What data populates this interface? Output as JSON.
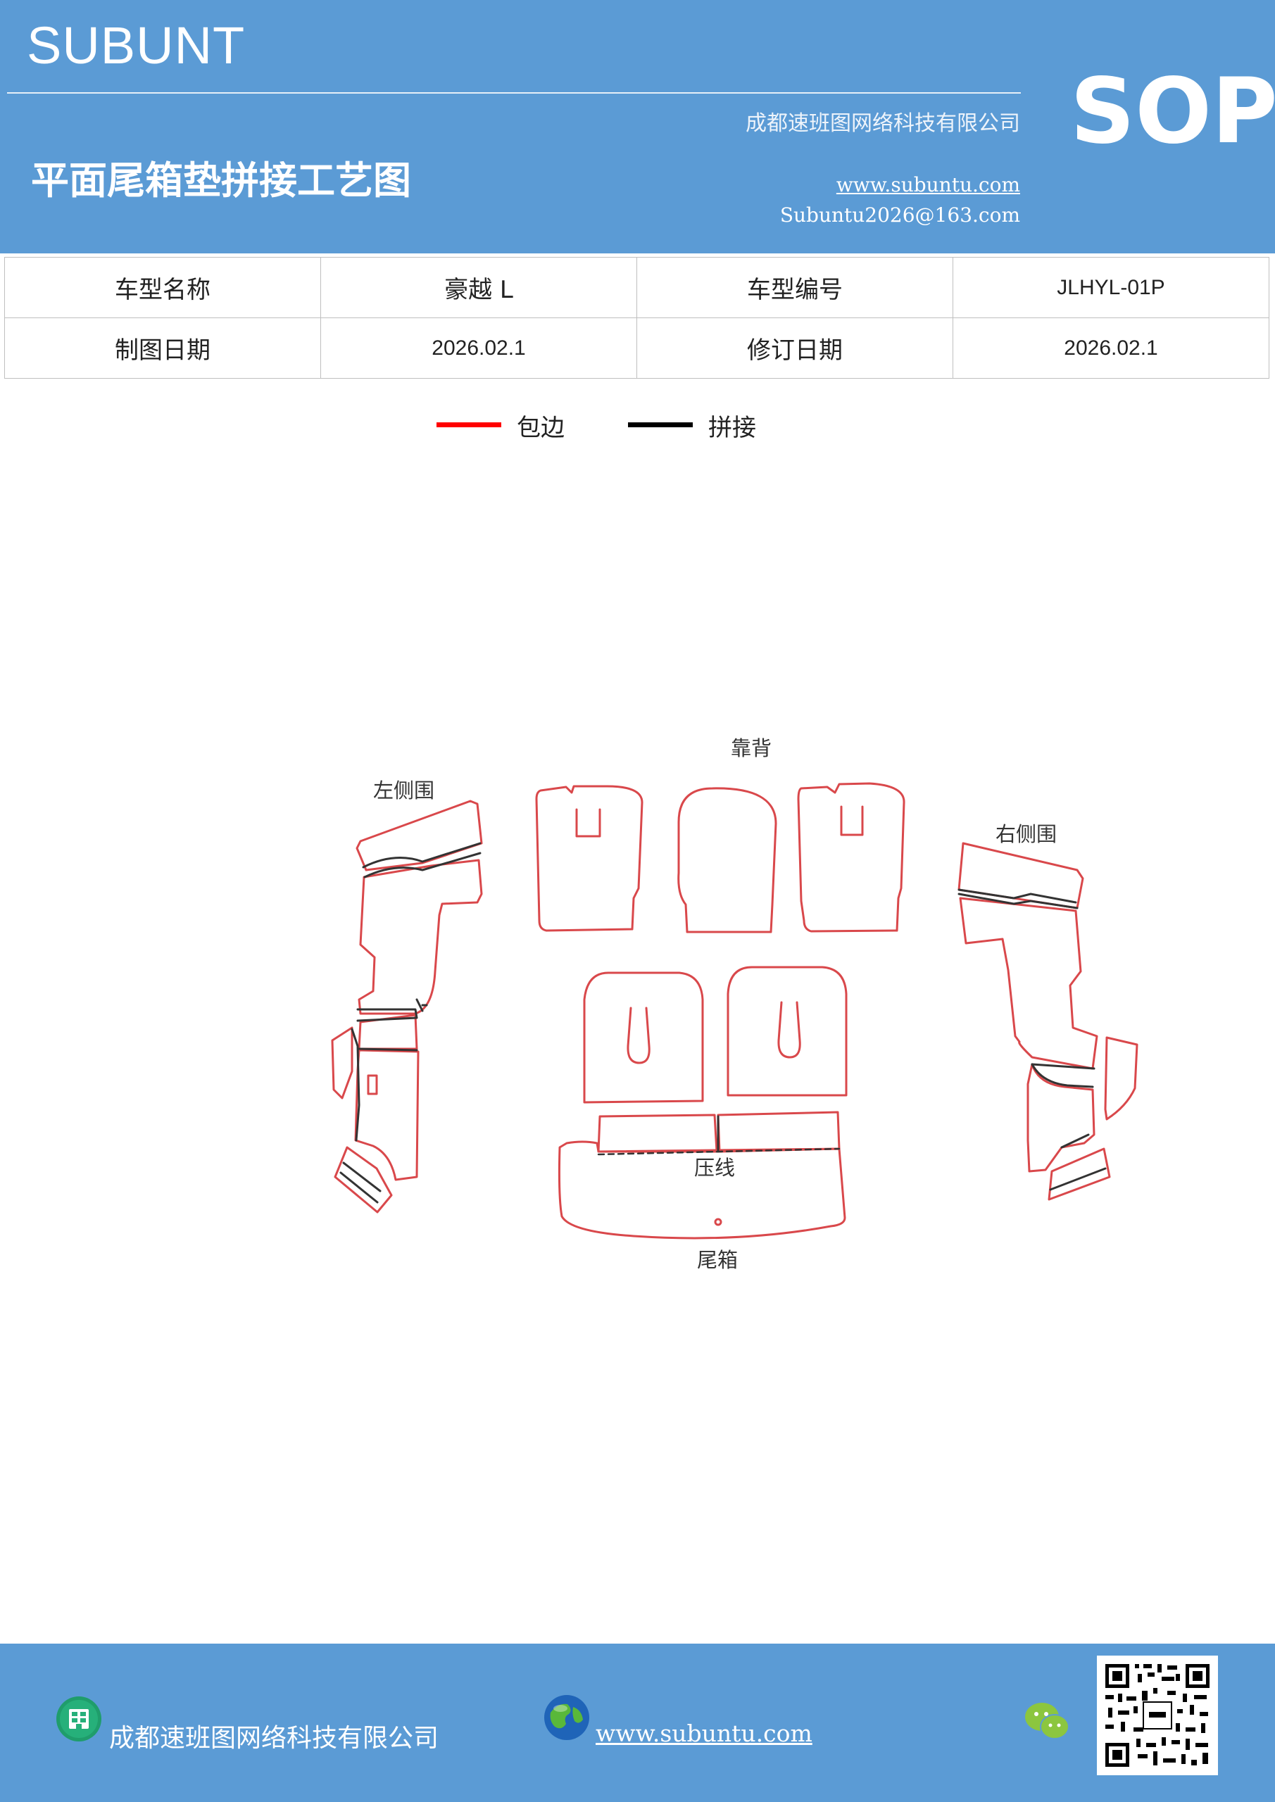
{
  "header": {
    "brand": "SUBUNT",
    "company": "成都速班图网络科技有限公司",
    "title": "平面尾箱垫拼接工艺图",
    "website": "www.subuntu.com",
    "email": "Subuntu2026@163.com",
    "badge": "SOP"
  },
  "info_table": {
    "rows": [
      [
        {
          "text": "车型名称"
        },
        {
          "text": "豪越 L"
        },
        {
          "text": "车型编号"
        },
        {
          "text": "JLHYL-01P"
        }
      ],
      [
        {
          "text": "制图日期"
        },
        {
          "text": "2026.02.1"
        },
        {
          "text": "修订日期"
        },
        {
          "text": "2026.02.1"
        }
      ]
    ]
  },
  "legend": [
    {
      "label": "包边",
      "color": "#ff0000"
    },
    {
      "label": "拼接",
      "color": "#000000"
    }
  ],
  "diagram": {
    "labels": {
      "backrest": "靠背",
      "left_side": "左侧围",
      "right_side": "右侧围",
      "press_line": "压线",
      "trunk": "尾箱"
    },
    "edge_color": "#d9484b",
    "seam_color": "#333333"
  },
  "footer": {
    "company": "成都速班图网络科技有限公司",
    "website": "www.subuntu.com",
    "icons": [
      "building-icon",
      "globe-icon",
      "wechat-icon",
      "qr-code"
    ]
  }
}
